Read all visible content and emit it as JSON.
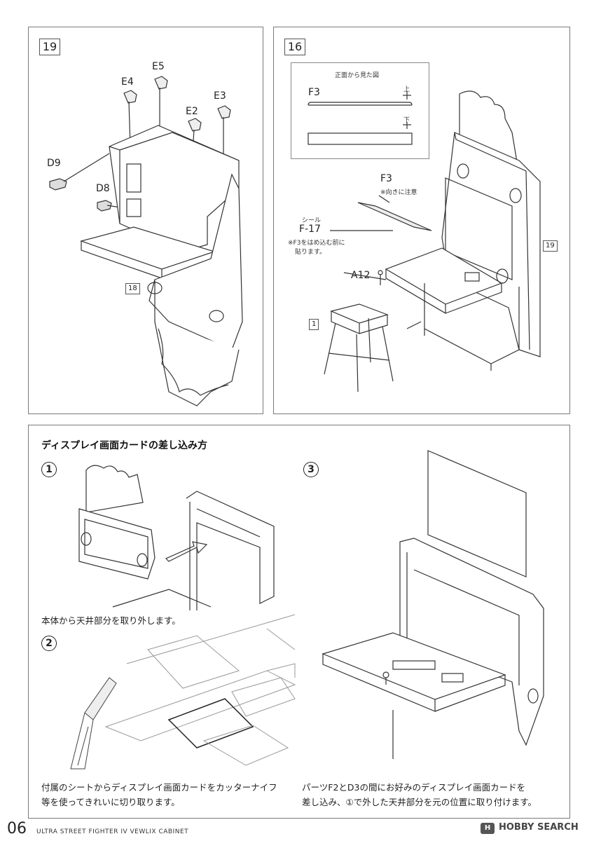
{
  "step19": {
    "number": "19",
    "labels": {
      "e4": "E4",
      "e5": "E5",
      "e2": "E2",
      "e3": "E3",
      "d9": "D9",
      "d8": "D8"
    },
    "ref_18": "18"
  },
  "step16": {
    "number": "16",
    "front_view_caption": "正面から見た図",
    "f3_top": "F3",
    "top_mark": "上",
    "bottom_mark": "下",
    "f3_label": "F3",
    "f3_note": "※向きに注意",
    "seal_label": "シール",
    "f17": "F-17",
    "f17_note_line1": "※F3をはめ込む前に",
    "f17_note_line2": "貼ります。",
    "a12": "A12",
    "ref_19": "19",
    "ref_1": "1"
  },
  "card_section": {
    "title": "ディスプレイ画面カードの差し込み方",
    "step1": {
      "num": "1",
      "caption": "本体から天井部分を取り外します。"
    },
    "step2": {
      "num": "2",
      "caption_line1": "付属のシートからディスプレイ画面カードをカッターナイフ",
      "caption_line2": "等を使ってきれいに切り取ります。"
    },
    "step3": {
      "num": "3",
      "caption_line1": "パーツF2とD3の間にお好みのディスプレイ画面カードを",
      "caption_line2": "差し込み、①で外した天井部分を元の位置に取り付けます。"
    }
  },
  "footer": {
    "page": "06",
    "title": "ULTRA STREET FIGHTER IV VEWLIX CABINET",
    "watermark": "HOBBY SEARCH",
    "watermark_badge": "H"
  }
}
